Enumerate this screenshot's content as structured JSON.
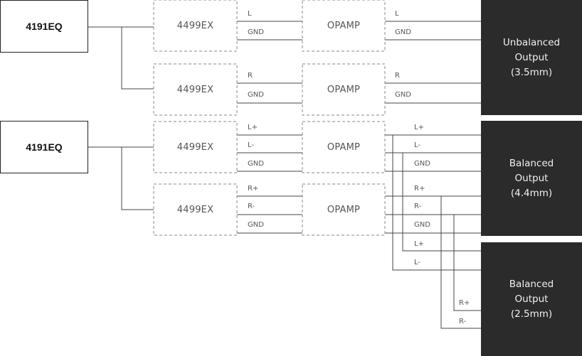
{
  "sources": [
    {
      "label": "4191EQ"
    },
    {
      "label": "4191EQ"
    }
  ],
  "dac_label": "4499EX",
  "opamp_label": "OPAMP",
  "rows": [
    {
      "signals": [
        "L",
        "GND"
      ]
    },
    {
      "signals": [
        "R",
        "GND"
      ]
    },
    {
      "signals": [
        "L+",
        "L-",
        "GND"
      ]
    },
    {
      "signals": [
        "R+",
        "R-",
        "GND"
      ]
    }
  ],
  "outputs": [
    {
      "lines": [
        "Unbalanced",
        "Output",
        "(3.5mm)"
      ]
    },
    {
      "lines": [
        "Balanced",
        "Output",
        "(4.4mm)"
      ]
    },
    {
      "lines": [
        "Balanced",
        "Output",
        "(2.5mm)"
      ]
    }
  ],
  "balanced_44_labels": [
    "L+",
    "L-",
    "GND",
    "R+",
    "R-",
    "GND"
  ],
  "balanced_25_labels": [
    "L+",
    "L-",
    "R+",
    "R-"
  ],
  "colors": {
    "line": "#444444",
    "dashed": "#888888",
    "output_fill": "#2b2b2b",
    "output_text": "#f0f0f0"
  }
}
